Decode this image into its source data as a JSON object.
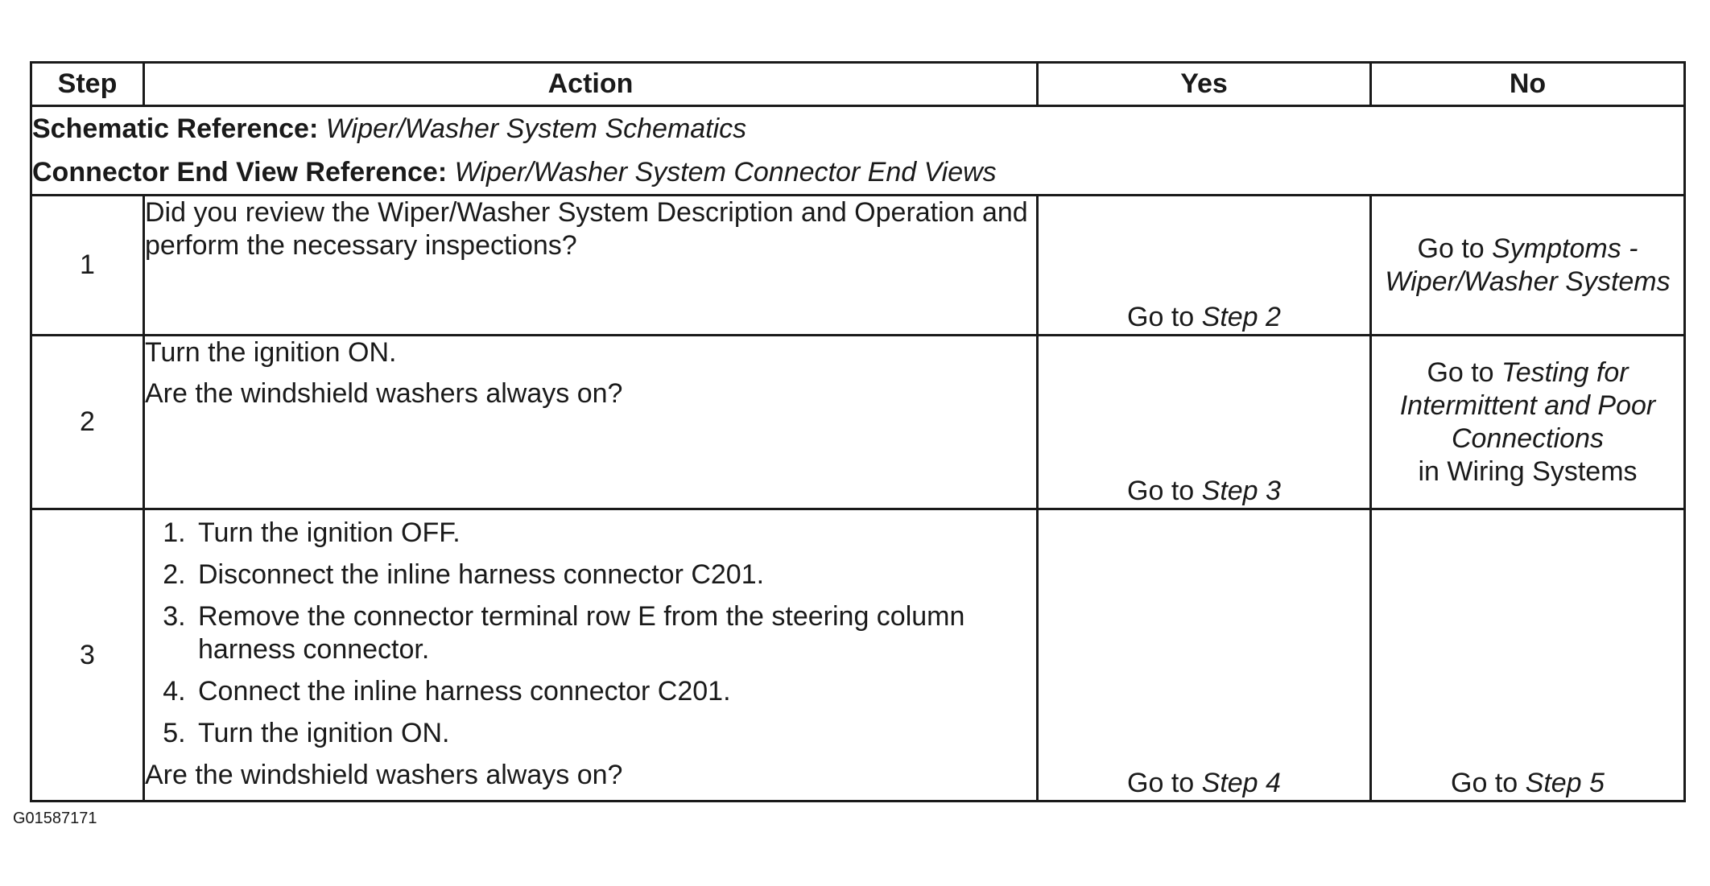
{
  "table": {
    "headers": {
      "step": "Step",
      "action": "Action",
      "yes": "Yes",
      "no": "No"
    },
    "references": [
      {
        "label": "Schematic Reference:",
        "value": "Wiper/Washer System Schematics"
      },
      {
        "label": "Connector End View Reference:",
        "value": "Wiper/Washer System Connector End Views"
      }
    ],
    "rows": [
      {
        "step": "1",
        "action": "Did you review the Wiper/Washer System Description and Operation and perform the necessary inspections?",
        "yes_prefix": "Go to ",
        "yes_link": "Step 2",
        "no_prefix": "Go to ",
        "no_link": "Symptoms - Wiper/Washer Systems"
      },
      {
        "step": "2",
        "action_lines": [
          "Turn the ignition ON.",
          "Are the windshield washers always on?"
        ],
        "yes_prefix": "Go to ",
        "yes_link": "Step 3",
        "no_prefix": "Go to ",
        "no_link": "Testing for Intermittent and Poor Connections",
        "no_suffix": "in Wiring Systems"
      },
      {
        "step": "3",
        "action_steps": [
          "Turn the ignition OFF.",
          "Disconnect the inline harness connector C201.",
          "Remove the connector terminal row E from the steering column harness connector.",
          "Connect the inline harness connector C201.",
          "Turn the ignition ON."
        ],
        "action_question": "Are the windshield washers always on?",
        "yes_prefix": "Go to ",
        "yes_link": "Step 4",
        "no_prefix": "Go to ",
        "no_link": "Step 5"
      }
    ]
  },
  "figure_id": "G01587171"
}
